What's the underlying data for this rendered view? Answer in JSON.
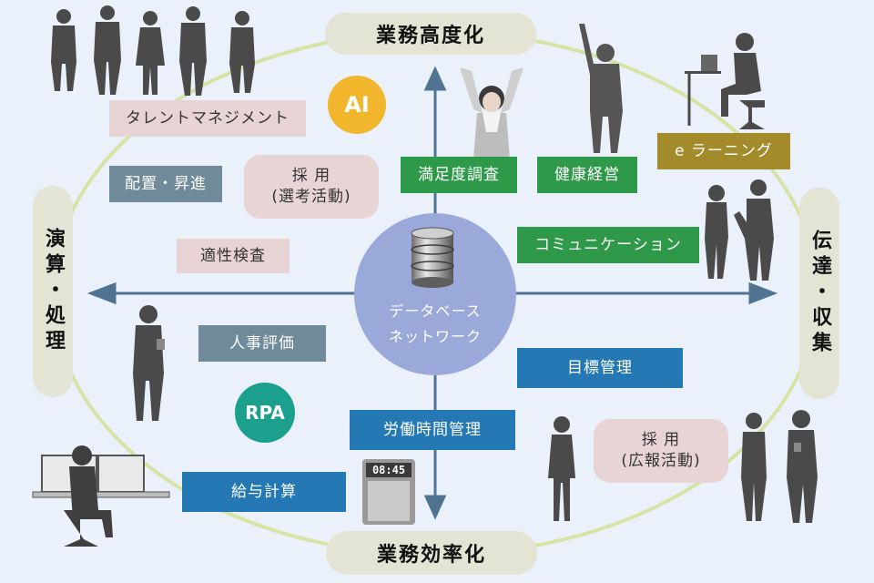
{
  "cycle": {
    "top": "業務高度化",
    "bottom": "業務効率化",
    "left": "演算・処理",
    "right": "伝達・収集"
  },
  "center": {
    "line1": "データベース",
    "line2": "ネットワーク",
    "icon": "database-icon"
  },
  "badges": {
    "ai": "AI",
    "rpa": "RPA"
  },
  "items": {
    "talent": "タレントマネジメント",
    "placement": "配置・昇進",
    "recruit_selection": "採 用\n(選考活動)",
    "aptitude": "適性検査",
    "satisfaction": "満足度調査",
    "health": "健康経営",
    "elearning": "e ラーニング",
    "communication": "コミュニケーション",
    "evaluation": "人事評価",
    "goals": "目標管理",
    "work_hours": "労働時間管理",
    "payroll": "給与計算",
    "recruit_pr": "採 用\n(広報活動)"
  },
  "clock": {
    "time": "08:45",
    "icon": "timecard-clock-icon"
  },
  "colors": {
    "pink": "#e8d3d5",
    "slate": "#6f8a98",
    "green": "#2e9a49",
    "blue": "#2478b4",
    "olive": "#a38a2a",
    "ai_badge": "#f2b62c",
    "rpa_badge": "#1ba08e",
    "center": "#9aa9d9",
    "ellipse": "#d5e4a4",
    "arrow": "#4f7391"
  },
  "figures": [
    "business-people-group-icon",
    "cheering-woman-icon",
    "raised-hand-man-icon",
    "laptop-worker-icon",
    "conversation-pair-icon",
    "man-with-tablet-icon",
    "office-desk-worker-icon",
    "woman-with-folder-icon",
    "two-colleagues-icon"
  ]
}
